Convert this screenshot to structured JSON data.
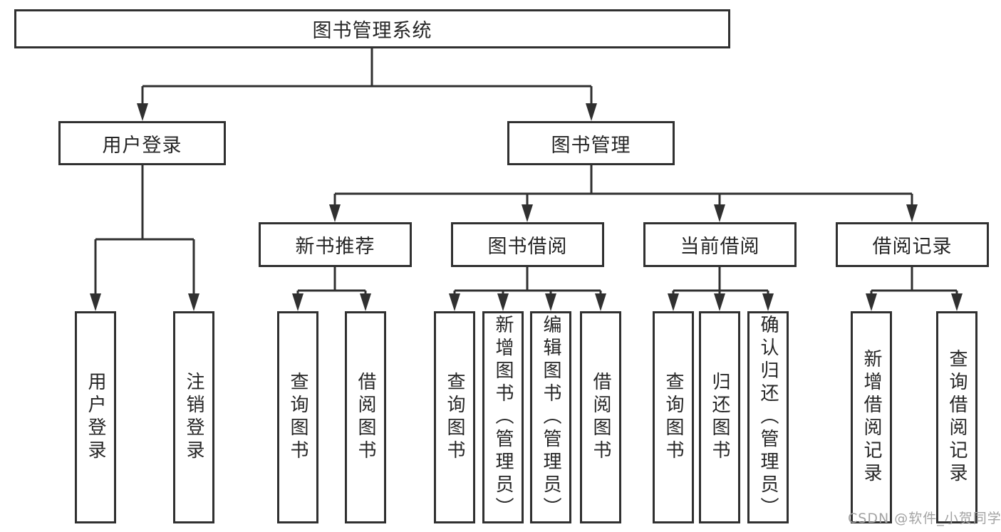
{
  "diagram": {
    "title": "图书管理系统",
    "nodes": {
      "root": {
        "label": "图书管理系统"
      },
      "user_login": {
        "label": "用户登录"
      },
      "book_mgmt": {
        "label": "图书管理"
      },
      "new_book_rec": {
        "label": "新书推荐"
      },
      "book_borrow": {
        "label": "图书借阅"
      },
      "current_borrow": {
        "label": "当前借阅"
      },
      "borrow_records": {
        "label": "借阅记录"
      },
      "leaf_user_login": {
        "label": "用户登录"
      },
      "leaf_logout": {
        "label": "注销登录"
      },
      "leaf_query_book_1": {
        "label": "查询图书"
      },
      "leaf_borrow_book_1": {
        "label": "借阅图书"
      },
      "leaf_query_book_2": {
        "label": "查询图书"
      },
      "leaf_add_book": {
        "label": "新增图书（管理员）"
      },
      "leaf_edit_book": {
        "label": "编辑图书（管理员）"
      },
      "leaf_borrow_book_2": {
        "label": "借阅图书"
      },
      "leaf_query_book_3": {
        "label": "查询图书"
      },
      "leaf_return_book": {
        "label": "归还图书"
      },
      "leaf_confirm_return": {
        "label": "确认归还（管理员）"
      },
      "leaf_add_record": {
        "label": "新增借阅记录"
      },
      "leaf_query_record": {
        "label": "查询借阅记录"
      }
    },
    "edges": [
      [
        "root",
        "user_login"
      ],
      [
        "root",
        "book_mgmt"
      ],
      [
        "user_login",
        "leaf_user_login"
      ],
      [
        "user_login",
        "leaf_logout"
      ],
      [
        "book_mgmt",
        "new_book_rec"
      ],
      [
        "book_mgmt",
        "book_borrow"
      ],
      [
        "book_mgmt",
        "current_borrow"
      ],
      [
        "book_mgmt",
        "borrow_records"
      ],
      [
        "new_book_rec",
        "leaf_query_book_1"
      ],
      [
        "new_book_rec",
        "leaf_borrow_book_1"
      ],
      [
        "book_borrow",
        "leaf_query_book_2"
      ],
      [
        "book_borrow",
        "leaf_add_book"
      ],
      [
        "book_borrow",
        "leaf_edit_book"
      ],
      [
        "book_borrow",
        "leaf_borrow_book_2"
      ],
      [
        "current_borrow",
        "leaf_query_book_3"
      ],
      [
        "current_borrow",
        "leaf_return_book"
      ],
      [
        "current_borrow",
        "leaf_confirm_return"
      ],
      [
        "borrow_records",
        "leaf_add_record"
      ],
      [
        "borrow_records",
        "leaf_query_record"
      ]
    ]
  },
  "watermark": "CSDN @软件_小贺同学",
  "colors": {
    "line": "#303030",
    "border": "#303030",
    "text": "#262626",
    "watermark": "#a3a3a3",
    "background": "#ffffff"
  }
}
